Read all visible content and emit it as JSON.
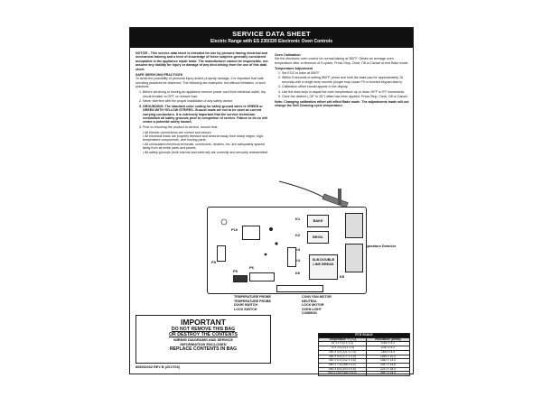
{
  "banner": {
    "title": "SERVICE DATA SHEET",
    "subtitle": "Electric Range with ES 230/330 Electronic Oven Controls"
  },
  "left_col": {
    "notice": "NOTICE - This service data sheet is intended for use by persons having electrical and mechanical training and a level of knowledge of these subjects generally considered acceptable in the appliance repair trade. The manufacturer cannot be responsible, nor assume any liability for injury or damage of any kind arising from the use of this data sheet.",
    "safe_heading": "SAFE SERVICING PRACTICES",
    "safe_intro": "To avoid the possibility of personal injury and/or property damage, it is important that safe servicing practices be observed. The following are examples, but without limitation, of such practices.",
    "items": [
      "Before servicing or moving an appliance remove power cord from electrical outlet, trip circuit breaker to OFF, or remove fuse.",
      "Never interfere with the proper installation of any safety device.",
      "GROUNDING: The standard color coding for safety ground wires is GREEN or GREEN WITH YELLOW STRIPES. Ground leads are not to be used as current carrying conductors. It is extremely important that the service technician reestablish all safety grounds prior to completion of service. Failure to do so will create a potential safety hazard.",
      "Prior to returning the product to service, ensure that:"
    ],
    "bullets": [
      "All electric connections are correct and secure.",
      "All electrical leads are properly dressed and secured away from sharp edges, high-temperature components, and moving parts.",
      "All uninsulated electrical terminals, connectors, heaters, etc. are adequately spaced away from all metal parts and panels.",
      "All safety grounds (both internal and external) are correctly and securely reassembled."
    ]
  },
  "right_col": {
    "oven_cal_heading": "Oven Calibration",
    "oven_cal_intro": "Set the electronic oven control for normal baking at 350°F. Obtain an average oven temperature after a minimum of 5 cycles. Press Stop, Clear, Off or Cancel to end Bake mode.",
    "temp_adj_heading": "Temperature Adjustment",
    "steps": [
      "Set EOC to bake at 550°F.",
      "Within 5 seconds of setting 550°F, press and hold the bake pad for approximately 15 seconds until a single beep sounds (longer may cause F9 or shorted keypad alarm).",
      "Calibration offset should appear in the display.",
      "Use the slew keys to adjust the oven temperature up or down 35°F in 5°F increments.",
      "Once the desired (-35° to 35°) offset has been applied, Press Stop, Clear, Off or Cancel."
    ],
    "note": "Note: Changing calibration offset will affect Bake mode. The adjustments made will not change the Self-Cleaning cycle temperature."
  },
  "diagram": {
    "rtd_label": "Resistance Temperature Detector",
    "relays": [
      "BAKE",
      "BROIL",
      "SLB DOUBLE LINE BREAK"
    ],
    "pins": [
      "P10",
      "P8",
      "P5",
      "P6",
      "K1",
      "K2",
      "K3",
      "K4",
      "K5",
      "K6"
    ],
    "probe_labels": [
      "TEMPERATURE PROBE",
      "TEMPERATURE PROBE",
      "DOOR SWITCH",
      "LOCK SWITCH"
    ],
    "motor_labels": [
      "CONV FAN MOTOR",
      "NEUTRAL",
      "LOCK MOTOR",
      "OVEN LIGHT",
      "COMMON"
    ]
  },
  "important": {
    "title": "IMPORTANT",
    "line1": "DO NOT REMOVE THIS BAG",
    "line2": "OR DESTROY THE CONTENTS",
    "line3": "WIRING DIAGRAMS AND SERVICE",
    "line4": "INFORMATION ENCLOSED",
    "line5": "REPLACE CONTENTS IN BAG"
  },
  "part_number": "808532032 REV B (2017/03)",
  "rtd_table": {
    "caption": "RTD SCALE",
    "headers": [
      "Temperature °F (°C)",
      "Resistance (ohms)"
    ],
    "rows": [
      [
        "32 ± 1.9 (0 ± 1.0)",
        "1000 ± 4.0"
      ],
      [
        "75 ± 2.5 (24 ± 1.4)",
        "1091 ± 5.3"
      ],
      [
        "250 ± 4.4 (121 ± 2.4)",
        "1453 ± 8.5"
      ],
      [
        "350 ± 5.4 (177 ± 3.0)",
        "1654 ± 10.0"
      ],
      [
        "450 ± 6.9 (232 ± 3.6)",
        "1852 ± 13.5"
      ],
      [
        "550 ± 7.6 (288 ± 4.2)",
        "2047 ± 15.8"
      ],
      [
        "650 ± 8.6 (343 ± 4.8)",
        "2237 ± 18.5"
      ],
      [
        "900 ± 10.8 (482 ± 6.0)",
        "2697 ± 24.4"
      ]
    ]
  }
}
